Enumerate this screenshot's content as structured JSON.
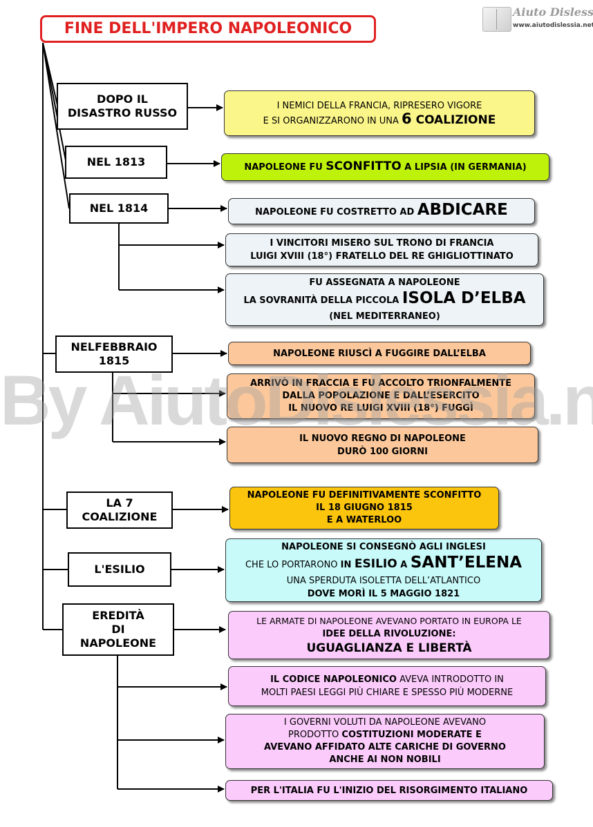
{
  "title": "FINE DELL'IMPERO NAPOLEONICO",
  "logo": {
    "name": "Aiuto Dislessia",
    "url": "www.aiutodislessia.net"
  },
  "watermark": "By AiutoDislessia.net",
  "categories": {
    "c1": "DOPO IL\nDISASTRO RUSSO",
    "c2": "NEL 1813",
    "c3": "NEL 1814",
    "c4": "NELFEBBRAIO\n1815",
    "c5": "LA 7\nCOALIZIONE",
    "c6": "L'ESILIO",
    "c7": "EREDITÀ\nDI\nNAPOLEONE"
  },
  "boxes": {
    "b1": {
      "l1": "I NEMICI DELLA FRANCIA, RIPRESERO VIGORE",
      "l2a": "E SI ORGANIZZARONO IN UNA ",
      "l2b": "6",
      "l2c": " COALIZIONE"
    },
    "b2": {
      "a": "NAPOLEONE FU ",
      "b": "SCONFITTO",
      "c": " A LIPSIA (IN GERMANIA)"
    },
    "b3": {
      "a": "NAPOLEONE FU COSTRETTO AD ",
      "b": "ABDICARE"
    },
    "b4": {
      "l1": "I VINCITORI MISERO SUL TRONO DI FRANCIA",
      "l2": "LUIGI XVIII (18°) FRATELLO DEL RE GHIGLIOTTINATO"
    },
    "b5": {
      "l1": "FU ASSEGNATA A NAPOLEONE",
      "l2a": "LA SOVRANITÀ DELLA PICCOLA ",
      "l2b": "ISOLA D’ELBA",
      "l3": "(NEL MEDITERRANEO)"
    },
    "b6": {
      "l1": "NAPOLEONE RIUSCÌ A FUGGIRE DALL’ELBA"
    },
    "b7": {
      "l1": "ARRIVÒ IN FRACCIA E  FU ACCOLTO TRIONFALMENTE",
      "l2": "DALLA POPOLAZIONE E DALL’ESERCITO",
      "l3": "IL NUOVO RE LUIGI XVIII (18°) FUGGÌ"
    },
    "b8": {
      "l1": "IL NUOVO REGNO DI NAPOLEONE",
      "l2": "DURÒ 100 GIORNI"
    },
    "b9": {
      "l1": "NAPOLEONE FU DEFINITIVAMENTE SCONFITTO",
      "l2": "IL 18 GIUGNO  1815",
      "l3": "E A WATERLOO"
    },
    "b10": {
      "l1": "NAPOLEONE SI CONSEGNÒ AGLI INGLESI",
      "l2a": "CHE LO PORTARONO ",
      "l2b": "IN ",
      "l2c": "ESILIO",
      "l2d": "  A ",
      "l2e": "SANT’ELENA",
      "l3": "UNA SPERDUTA ISOLETTA DELL’ATLANTICO",
      "l4": "DOVE MORÌ IL 5 MAGGIO 1821"
    },
    "b11": {
      "l1": "LE ARMATE DI NAPOLEONE AVEVANO PORTATO IN EUROPA LE",
      "l2": "IDEE DELLA RIVOLUZIONE:",
      "l3": "UGUAGLIANZA E LIBERTÀ"
    },
    "b12": {
      "l1a": "IL CODICE NAPOLEONICO",
      "l1b": " AVEVA INTRODOTTO IN",
      "l2": "MOLTI PAESI LEGGI PIÙ CHIARE E SPESSO PIÙ MODERNE"
    },
    "b13": {
      "l1": "I GOVERNI VOLUTI DA NAPOLEONE AVEVANO",
      "l2a": "PRODOTTO ",
      "l2b": "COSTITUZIONI MODERATE  E",
      "l3": "AVEVANO AFFIDATO ALTE CARICHE DI GOVERNO",
      "l4": "ANCHE AI NON NOBILI"
    },
    "b14": {
      "l1": "PER L'ITALIA FU L'INIZIO DEL RISORGIMENTO ITALIANO"
    }
  },
  "colors": {
    "title": "#e02020",
    "yellow": "#fbf68a",
    "lime": "#bff20a",
    "lightblue": "#edf3f6",
    "peach": "#fcc89b",
    "gold": "#fbc40d",
    "cyan": "#c8fafa",
    "pink": "#fbcbfb"
  }
}
